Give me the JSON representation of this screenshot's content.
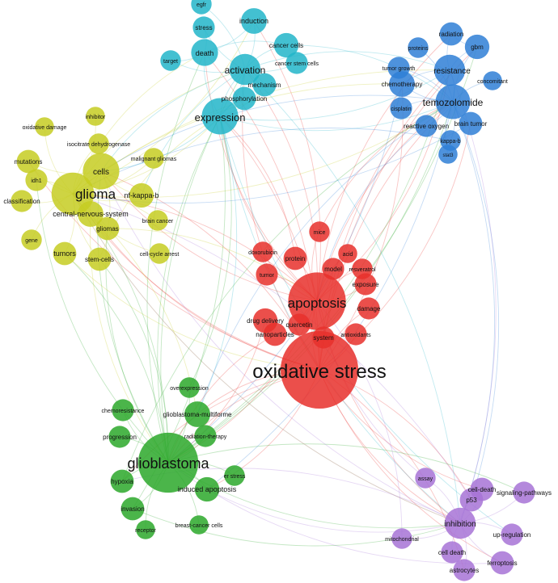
{
  "clusters": {
    "red": {
      "color": "#e8302c"
    },
    "green": {
      "color": "#2ca82a"
    },
    "blue": {
      "color": "#2f7fd6"
    },
    "yellow": {
      "color": "#c6cc22"
    },
    "cyan": {
      "color": "#22b5c9"
    },
    "purple": {
      "color": "#a773d6"
    }
  },
  "nodes": [
    {
      "id": "oxidative-stress",
      "label": "oxidative stress",
      "cluster": "red",
      "weight": 100
    },
    {
      "id": "apoptosis",
      "label": "apoptosis",
      "cluster": "red",
      "weight": 55
    },
    {
      "id": "drug-delivery",
      "label": "drug delivery",
      "cluster": "red",
      "weight": 10
    },
    {
      "id": "quercetin",
      "label": "quercetin",
      "cluster": "red",
      "weight": 8
    },
    {
      "id": "nanoparticles",
      "label": "nanoparticles",
      "cluster": "red",
      "weight": 9
    },
    {
      "id": "system",
      "label": "system",
      "cluster": "red",
      "weight": 8
    },
    {
      "id": "antioxidants",
      "label": "antioxidants",
      "cluster": "red",
      "weight": 8
    },
    {
      "id": "damage",
      "label": "damage",
      "cluster": "red",
      "weight": 8
    },
    {
      "id": "exposure",
      "label": "exposure",
      "cluster": "red",
      "weight": 8
    },
    {
      "id": "resveratrol",
      "label": "resveratrol",
      "cluster": "red",
      "weight": 7
    },
    {
      "id": "model",
      "label": "model",
      "cluster": "red",
      "weight": 8
    },
    {
      "id": "acid",
      "label": "acid",
      "cluster": "red",
      "weight": 6
    },
    {
      "id": "protein",
      "label": "protein",
      "cluster": "red",
      "weight": 9
    },
    {
      "id": "doxorubicin",
      "label": "doxorubicin",
      "cluster": "red",
      "weight": 7
    },
    {
      "id": "tumor-red",
      "label": "tumor",
      "cluster": "red",
      "weight": 8
    },
    {
      "id": "mice",
      "label": "mice",
      "cluster": "red",
      "weight": 7
    },
    {
      "id": "glioblastoma",
      "label": "glioblastoma",
      "cluster": "green",
      "weight": 60
    },
    {
      "id": "glioblastoma-multiforme",
      "label": "glioblastoma-multiforme",
      "cluster": "green",
      "weight": 11
    },
    {
      "id": "radiation-therapy",
      "label": "radiation-therapy",
      "cluster": "green",
      "weight": 8
    },
    {
      "id": "induced-apoptosis",
      "label": "induced apoptosis",
      "cluster": "green",
      "weight": 10
    },
    {
      "id": "hypoxia",
      "label": "hypoxia",
      "cluster": "green",
      "weight": 9
    },
    {
      "id": "invasion",
      "label": "invasion",
      "cluster": "green",
      "weight": 9
    },
    {
      "id": "progression",
      "label": "progression",
      "cluster": "green",
      "weight": 8
    },
    {
      "id": "chemoresistance",
      "label": "chemoresistance",
      "cluster": "green",
      "weight": 8
    },
    {
      "id": "overexpression",
      "label": "overexpression",
      "cluster": "green",
      "weight": 7
    },
    {
      "id": "er-stress",
      "label": "er stress",
      "cluster": "green",
      "weight": 7
    },
    {
      "id": "receptor",
      "label": "receptor",
      "cluster": "green",
      "weight": 6
    },
    {
      "id": "breast-cancer-cells",
      "label": "breast-cancer cells",
      "cluster": "green",
      "weight": 6
    },
    {
      "id": "temozolomide",
      "label": "temozolomide",
      "cluster": "blue",
      "weight": 20
    },
    {
      "id": "resistance",
      "label": "resistance",
      "cluster": "blue",
      "weight": 16
    },
    {
      "id": "chemotherapy",
      "label": "chemotherapy",
      "cluster": "blue",
      "weight": 11
    },
    {
      "id": "tumor-growth",
      "label": "tumor growth",
      "cluster": "blue",
      "weight": 8
    },
    {
      "id": "radiation",
      "label": "radiation",
      "cluster": "blue",
      "weight": 9
    },
    {
      "id": "gbm",
      "label": "gbm",
      "cluster": "blue",
      "weight": 10
    },
    {
      "id": "proteins",
      "label": "proteins",
      "cluster": "blue",
      "weight": 7
    },
    {
      "id": "concomitant",
      "label": "concomitant",
      "cluster": "blue",
      "weight": 6
    },
    {
      "id": "cisplatin",
      "label": "cisplatin",
      "cluster": "blue",
      "weight": 8
    },
    {
      "id": "reactive-oxygen",
      "label": "reactive oxygen",
      "cluster": "blue",
      "weight": 8
    },
    {
      "id": "brain-tumor",
      "label": "brain tumor",
      "cluster": "blue",
      "weight": 9
    },
    {
      "id": "kappa-b",
      "label": "kappa-b",
      "cluster": "blue",
      "weight": 7
    },
    {
      "id": "stat3",
      "label": "stat3",
      "cluster": "blue",
      "weight": 6
    },
    {
      "id": "glioma",
      "label": "glioma",
      "cluster": "yellow",
      "weight": 30
    },
    {
      "id": "cells",
      "label": "cells",
      "cluster": "yellow",
      "weight": 22
    },
    {
      "id": "nf-kappa-b",
      "label": "nf-kappa-b",
      "cluster": "yellow",
      "weight": 10
    },
    {
      "id": "central-nervous-system",
      "label": "central-nervous-system",
      "cluster": "yellow",
      "weight": 11
    },
    {
      "id": "gliomas",
      "label": "gliomas",
      "cluster": "yellow",
      "weight": 9
    },
    {
      "id": "tumors",
      "label": "tumors",
      "cluster": "yellow",
      "weight": 9
    },
    {
      "id": "stem-cells",
      "label": "stem-cells",
      "cluster": "yellow",
      "weight": 9
    },
    {
      "id": "mutations",
      "label": "mutations",
      "cluster": "yellow",
      "weight": 9
    },
    {
      "id": "idh1",
      "label": "idh1",
      "cluster": "yellow",
      "weight": 8
    },
    {
      "id": "classification",
      "label": "classification",
      "cluster": "yellow",
      "weight": 8
    },
    {
      "id": "gene",
      "label": "gene",
      "cluster": "yellow",
      "weight": 7
    },
    {
      "id": "isocitrate-dehydrogenase",
      "label": "isocitrate dehydrogenase",
      "cluster": "yellow",
      "weight": 7
    },
    {
      "id": "malignant-gliomas",
      "label": "malignant gliomas",
      "cluster": "yellow",
      "weight": 7
    },
    {
      "id": "oxidative-damage",
      "label": "oxidative damage",
      "cluster": "yellow",
      "weight": 6
    },
    {
      "id": "inhibitor",
      "label": "inhibitor",
      "cluster": "yellow",
      "weight": 6
    },
    {
      "id": "brain-cancer",
      "label": "brain cancer",
      "cluster": "yellow",
      "weight": 7
    },
    {
      "id": "cell-cycle-arrest",
      "label": "cell-cycle arrest",
      "cluster": "yellow",
      "weight": 7
    },
    {
      "id": "expression",
      "label": "expression",
      "cluster": "cyan",
      "weight": 22
    },
    {
      "id": "activation",
      "label": "activation",
      "cluster": "cyan",
      "weight": 16
    },
    {
      "id": "death",
      "label": "death",
      "cluster": "cyan",
      "weight": 12
    },
    {
      "id": "induction",
      "label": "induction",
      "cluster": "cyan",
      "weight": 11
    },
    {
      "id": "stress",
      "label": "stress",
      "cluster": "cyan",
      "weight": 8
    },
    {
      "id": "cancer-cells",
      "label": "cancer cells",
      "cluster": "cyan",
      "weight": 10
    },
    {
      "id": "cancer-stem-cells",
      "label": "cancer stem cells",
      "cluster": "cyan",
      "weight": 8
    },
    {
      "id": "mechanism",
      "label": "mechanism",
      "cluster": "cyan",
      "weight": 9
    },
    {
      "id": "phosphorylation",
      "label": "phosphorylation",
      "cluster": "cyan",
      "weight": 9
    },
    {
      "id": "target",
      "label": "target",
      "cluster": "cyan",
      "weight": 7
    },
    {
      "id": "egfr",
      "label": "egfr",
      "cluster": "cyan",
      "weight": 7
    },
    {
      "id": "inhibition",
      "label": "inhibition",
      "cluster": "purple",
      "weight": 16
    },
    {
      "id": "cell-death-purple",
      "label": "cell-death",
      "cluster": "purple",
      "weight": 9
    },
    {
      "id": "p53",
      "label": "p53",
      "cluster": "purple",
      "weight": 9
    },
    {
      "id": "signaling-pathways",
      "label": "signaling-pathways",
      "cluster": "purple",
      "weight": 8
    },
    {
      "id": "up-regulation",
      "label": "up-regulation",
      "cluster": "purple",
      "weight": 8
    },
    {
      "id": "ferroptosis",
      "label": "ferroptosis",
      "cluster": "purple",
      "weight": 9
    },
    {
      "id": "astrocytes",
      "label": "astrocytes",
      "cluster": "purple",
      "weight": 8
    },
    {
      "id": "cell-death-2",
      "label": "cell death",
      "cluster": "purple",
      "weight": 8
    },
    {
      "id": "mitochondrial",
      "label": "mitochondrial",
      "cluster": "purple",
      "weight": 7
    },
    {
      "id": "assay",
      "label": "assay",
      "cluster": "purple",
      "weight": 7
    }
  ],
  "edges": [
    [
      "oxidative-stress",
      "apoptosis"
    ],
    [
      "oxidative-stress",
      "glioblastoma"
    ],
    [
      "oxidative-stress",
      "glioma"
    ],
    [
      "oxidative-stress",
      "expression"
    ],
    [
      "oxidative-stress",
      "temozolomide"
    ],
    [
      "oxidative-stress",
      "inhibition"
    ],
    [
      "oxidative-stress",
      "activation"
    ],
    [
      "oxidative-stress",
      "cells"
    ],
    [
      "oxidative-stress",
      "resistance"
    ],
    [
      "oxidative-stress",
      "death"
    ],
    [
      "oxidative-stress",
      "p53"
    ],
    [
      "oxidative-stress",
      "ferroptosis"
    ],
    [
      "oxidative-stress",
      "induced-apoptosis"
    ],
    [
      "oxidative-stress",
      "glioblastoma-multiforme"
    ],
    [
      "oxidative-stress",
      "central-nervous-system"
    ],
    [
      "oxidative-stress",
      "chemotherapy"
    ],
    [
      "oxidative-stress",
      "mutations"
    ],
    [
      "oxidative-stress",
      "cell-death-purple"
    ],
    [
      "oxidative-stress",
      "astrocytes"
    ],
    [
      "oxidative-stress",
      "hypoxia"
    ],
    [
      "oxidative-stress",
      "gbm"
    ],
    [
      "oxidative-stress",
      "brain-tumor"
    ],
    [
      "apoptosis",
      "glioblastoma"
    ],
    [
      "apoptosis",
      "glioma"
    ],
    [
      "apoptosis",
      "expression"
    ],
    [
      "apoptosis",
      "activation"
    ],
    [
      "apoptosis",
      "temozolomide"
    ],
    [
      "apoptosis",
      "inhibition"
    ],
    [
      "apoptosis",
      "cells"
    ],
    [
      "apoptosis",
      "resistance"
    ],
    [
      "apoptosis",
      "death"
    ],
    [
      "apoptosis",
      "induction"
    ],
    [
      "apoptosis",
      "radiation"
    ],
    [
      "glioblastoma",
      "glioma"
    ],
    [
      "glioblastoma",
      "expression"
    ],
    [
      "glioblastoma",
      "temozolomide"
    ],
    [
      "glioblastoma",
      "activation"
    ],
    [
      "glioblastoma",
      "inhibition"
    ],
    [
      "glioblastoma",
      "cells"
    ],
    [
      "glioblastoma",
      "resistance"
    ],
    [
      "glioblastoma",
      "death"
    ],
    [
      "glioblastoma",
      "tumors"
    ],
    [
      "glioblastoma",
      "gliomas"
    ],
    [
      "glioblastoma",
      "stem-cells"
    ],
    [
      "glioblastoma",
      "idh1"
    ],
    [
      "glioblastoma",
      "gbm"
    ],
    [
      "glioblastoma",
      "signaling-pathways"
    ],
    [
      "glioma",
      "expression"
    ],
    [
      "glioma",
      "activation"
    ],
    [
      "glioma",
      "temozolomide"
    ],
    [
      "glioma",
      "resistance"
    ],
    [
      "glioma",
      "inhibition"
    ],
    [
      "glioma",
      "death"
    ],
    [
      "glioma",
      "induction"
    ],
    [
      "glioma",
      "chemotherapy"
    ],
    [
      "expression",
      "temozolomide"
    ],
    [
      "expression",
      "activation"
    ],
    [
      "expression",
      "inhibition"
    ],
    [
      "expression",
      "cells"
    ],
    [
      "expression",
      "resistance"
    ],
    [
      "expression",
      "glioblastoma-multiforme"
    ],
    [
      "expression",
      "up-regulation"
    ],
    [
      "temozolomide",
      "inhibition"
    ],
    [
      "temozolomide",
      "resistance"
    ],
    [
      "temozolomide",
      "induced-apoptosis"
    ],
    [
      "temozolomide",
      "glioblastoma-multiforme"
    ],
    [
      "temozolomide",
      "p53"
    ],
    [
      "temozolomide",
      "cells"
    ],
    [
      "activation",
      "inhibition"
    ],
    [
      "activation",
      "cells"
    ],
    [
      "activation",
      "resistance"
    ],
    [
      "activation",
      "nf-kappa-b"
    ],
    [
      "inhibition",
      "cells"
    ],
    [
      "inhibition",
      "resistance"
    ],
    [
      "inhibition",
      "induced-apoptosis"
    ],
    [
      "inhibition",
      "hypoxia"
    ],
    [
      "inhibition",
      "glioma"
    ],
    [
      "resistance",
      "chemotherapy"
    ],
    [
      "resistance",
      "radiation"
    ],
    [
      "cells",
      "central-nervous-system"
    ],
    [
      "cells",
      "mutations"
    ],
    [
      "cells",
      "nf-kappa-b"
    ],
    [
      "cells",
      "gliomas"
    ],
    [
      "death",
      "induction"
    ],
    [
      "death",
      "cancer-cells"
    ],
    [
      "death",
      "stress"
    ],
    [
      "death",
      "target"
    ],
    [
      "drug-delivery",
      "nanoparticles"
    ],
    [
      "drug-delivery",
      "glioblastoma"
    ],
    [
      "nanoparticles",
      "glioblastoma"
    ],
    [
      "quercetin",
      "apoptosis"
    ],
    [
      "system",
      "apoptosis"
    ],
    [
      "antioxidants",
      "oxidative-stress"
    ],
    [
      "damage",
      "oxidative-stress"
    ],
    [
      "exposure",
      "apoptosis"
    ],
    [
      "resveratrol",
      "apoptosis"
    ],
    [
      "model",
      "apoptosis"
    ],
    [
      "acid",
      "apoptosis"
    ],
    [
      "protein",
      "apoptosis"
    ],
    [
      "doxorubicin",
      "apoptosis"
    ],
    [
      "tumor-red",
      "apoptosis"
    ],
    [
      "mice",
      "apoptosis"
    ],
    [
      "mice",
      "temozolomide"
    ],
    [
      "protein",
      "expression"
    ],
    [
      "glioblastoma",
      "glioblastoma-multiforme"
    ],
    [
      "glioblastoma",
      "radiation-therapy"
    ],
    [
      "glioblastoma",
      "induced-apoptosis"
    ],
    [
      "glioblastoma",
      "hypoxia"
    ],
    [
      "glioblastoma",
      "invasion"
    ],
    [
      "glioblastoma",
      "progression"
    ],
    [
      "glioblastoma",
      "chemoresistance"
    ],
    [
      "glioblastoma",
      "overexpression"
    ],
    [
      "glioblastoma",
      "er-stress"
    ],
    [
      "glioblastoma",
      "receptor"
    ],
    [
      "glioblastoma",
      "breast-cancer-cells"
    ],
    [
      "invasion",
      "expression"
    ],
    [
      "temozolomide",
      "chemotherapy"
    ],
    [
      "temozolomide",
      "tumor-growth"
    ],
    [
      "temozolomide",
      "gbm"
    ],
    [
      "temozolomide",
      "proteins"
    ],
    [
      "temozolomide",
      "concomitant"
    ],
    [
      "temozolomide",
      "cisplatin"
    ],
    [
      "temozolomide",
      "reactive-oxygen"
    ],
    [
      "temozolomide",
      "brain-tumor"
    ],
    [
      "temozolomide",
      "kappa-b"
    ],
    [
      "temozolomide",
      "stat3"
    ],
    [
      "resistance",
      "gbm"
    ],
    [
      "radiation",
      "gbm"
    ],
    [
      "glioma",
      "cells"
    ],
    [
      "glioma",
      "nf-kappa-b"
    ],
    [
      "glioma",
      "central-nervous-system"
    ],
    [
      "glioma",
      "gliomas"
    ],
    [
      "glioma",
      "tumors"
    ],
    [
      "glioma",
      "stem-cells"
    ],
    [
      "glioma",
      "mutations"
    ],
    [
      "glioma",
      "idh1"
    ],
    [
      "glioma",
      "classification"
    ],
    [
      "glioma",
      "gene"
    ],
    [
      "glioma",
      "isocitrate-dehydrogenase"
    ],
    [
      "glioma",
      "malignant-gliomas"
    ],
    [
      "glioma",
      "oxidative-damage"
    ],
    [
      "glioma",
      "inhibitor"
    ],
    [
      "glioma",
      "brain-cancer"
    ],
    [
      "glioma",
      "cell-cycle-arrest"
    ],
    [
      "glioma",
      "glioblastoma-multiforme"
    ],
    [
      "expression",
      "activation"
    ],
    [
      "expression",
      "death"
    ],
    [
      "expression",
      "mechanism"
    ],
    [
      "expression",
      "phosphorylation"
    ],
    [
      "activation",
      "induction"
    ],
    [
      "activation",
      "cancer-cells"
    ],
    [
      "activation",
      "cancer-stem-cells"
    ],
    [
      "activation",
      "mechanism"
    ],
    [
      "activation",
      "phosphorylation"
    ],
    [
      "activation",
      "stress"
    ],
    [
      "activation",
      "egfr"
    ],
    [
      "activation",
      "target"
    ],
    [
      "inhibition",
      "cell-death-purple"
    ],
    [
      "inhibition",
      "p53"
    ],
    [
      "inhibition",
      "signaling-pathways"
    ],
    [
      "inhibition",
      "up-regulation"
    ],
    [
      "inhibition",
      "ferroptosis"
    ],
    [
      "inhibition",
      "astrocytes"
    ],
    [
      "inhibition",
      "cell-death-2"
    ],
    [
      "inhibition",
      "mitochondrial"
    ],
    [
      "inhibition",
      "assay"
    ],
    [
      "ferroptosis",
      "glioblastoma"
    ],
    [
      "p53",
      "glioma"
    ],
    [
      "assay",
      "apoptosis"
    ],
    [
      "mitochondrial",
      "apoptosis"
    ],
    [
      "stem-cells",
      "expression"
    ],
    [
      "tumors",
      "oxidative-stress"
    ],
    [
      "gliomas",
      "apoptosis"
    ],
    [
      "central-nervous-system",
      "glioblastoma"
    ],
    [
      "hypoxia",
      "temozolomide"
    ],
    [
      "invasion",
      "inhibition"
    ],
    [
      "cancer-cells",
      "temozolomide"
    ],
    [
      "kappa-b",
      "glioma"
    ],
    [
      "brain-tumor",
      "glioma"
    ],
    [
      "reactive-oxygen",
      "apoptosis"
    ],
    [
      "chemotherapy",
      "glioblastoma"
    ],
    [
      "overexpression",
      "expression"
    ]
  ]
}
